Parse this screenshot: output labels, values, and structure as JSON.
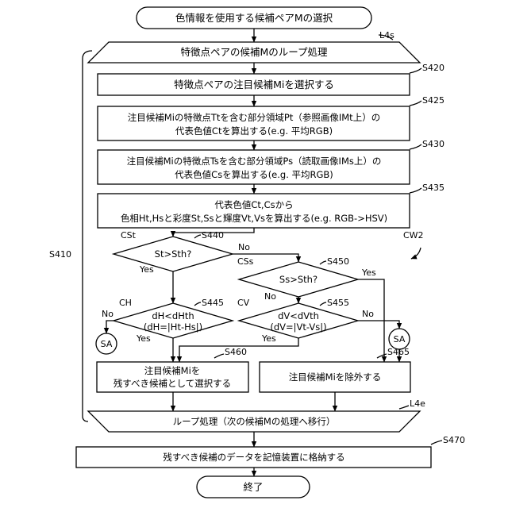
{
  "start": "色情報を使用する候補ペアMの選択",
  "loop_start": {
    "tag": "L4s",
    "text": "特徴点ペアの候補Mのループ処理"
  },
  "loop_end": {
    "tag": "L4e",
    "text": "ループ処理（次の候補Mの処理へ移行）"
  },
  "outer_label": "S410",
  "steps": {
    "s420": {
      "tag": "S420",
      "lines": [
        "特徴点ペアの注目候補Miを選択する"
      ]
    },
    "s425": {
      "tag": "S425",
      "lines": [
        "注目候補Miの特徴点Ttを含む部分領域Pt（参照画像IMt上）の",
        "代表色値Ctを算出する(e.g. 平均RGB)"
      ]
    },
    "s430": {
      "tag": "S430",
      "lines": [
        "注目候補Miの特徴点Tsを含む部分領域Ps（読取画像IMs上）の",
        "代表色値Csを算出する(e.g. 平均RGB)"
      ]
    },
    "s435": {
      "tag": "S435",
      "lines": [
        "代表色値Ct,Csから",
        "色相Ht,Hsと彩度St,Ssと輝度Vt,Vsを算出する(e.g. RGB->HSV)"
      ]
    },
    "s460": {
      "tag": "S460",
      "lines": [
        "注目候補Miを",
        "残すべき候補として選択する"
      ]
    },
    "s465": {
      "tag": "S465",
      "lines": [
        "注目候補Miを除外する"
      ]
    },
    "s470": {
      "tag": "S470",
      "lines": [
        "残すべき候補のデータを記憶装置に格納する"
      ]
    }
  },
  "decisions": {
    "s440": {
      "tag": "S440",
      "name": "CSt",
      "lines": [
        "St>Sth?"
      ]
    },
    "s450": {
      "tag": "S450",
      "name": "CSs",
      "lines": [
        "Ss>Sth?"
      ]
    },
    "s445": {
      "tag": "S445",
      "name": "CH",
      "lines": [
        "dH<dHth",
        "(dH=|Ht-Hs|)"
      ]
    },
    "s455": {
      "tag": "S455",
      "name": "CV",
      "lines": [
        "dV<dVth",
        "(dV=|Vt-Vs|)"
      ]
    }
  },
  "branch_labels": {
    "yes": "Yes",
    "no": "No"
  },
  "connector": "SA",
  "cw2": "CW2",
  "end": "終了"
}
